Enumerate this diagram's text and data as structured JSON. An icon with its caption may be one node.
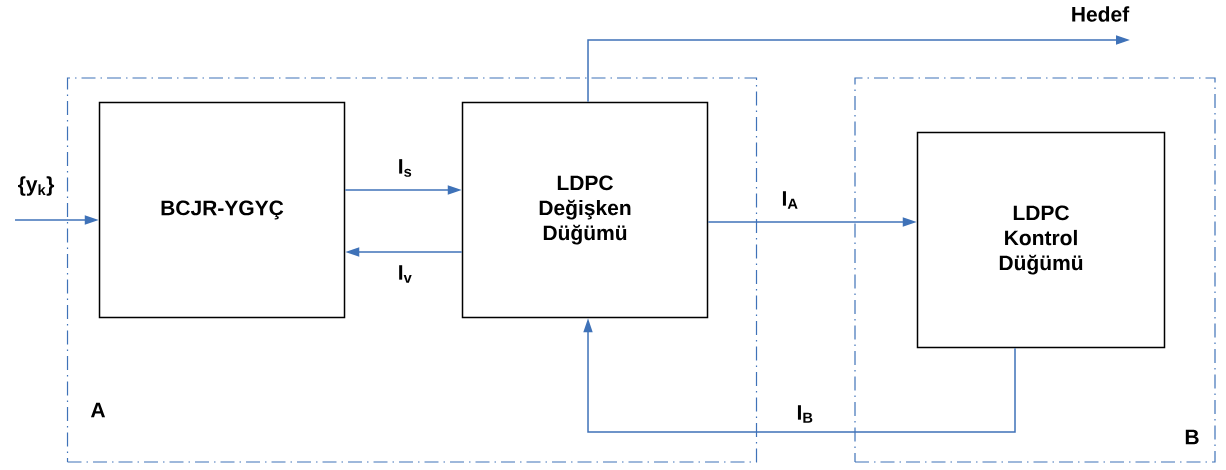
{
  "diagram": {
    "nodes": [
      {
        "text": [
          "A"
        ]
      },
      {
        "text": [
          "B"
        ]
      },
      {
        "text": [
          "BCJR-YGYÇ"
        ],
        "in": 0
      },
      {
        "text": [
          "LDPC Değişken Düğümü"
        ],
        "in": 0
      },
      {
        "text": [
          "LDPC Kontrol Düğümü"
        ],
        "in": 1
      }
    ],
    "edges": [
      {
        "from": null,
        "to": 2,
        "arrow": "to",
        "label": "{y$_{k}$}"
      },
      {
        "from": 2,
        "to": 3,
        "arrow": "to",
        "label": "I$_{s}$"
      },
      {
        "from": 3,
        "to": 2,
        "arrow": "to",
        "label": "I$_{v}$"
      },
      {
        "from": 3,
        "to": 4,
        "arrow": "to",
        "label": "I$_{A}$"
      },
      {
        "from": 4,
        "to": 3,
        "arrow": "to",
        "label": "I$_{B}$"
      },
      {
        "from": 3,
        "to": null,
        "arrow": "to",
        "label": "Hedef"
      }
    ]
  }
}
